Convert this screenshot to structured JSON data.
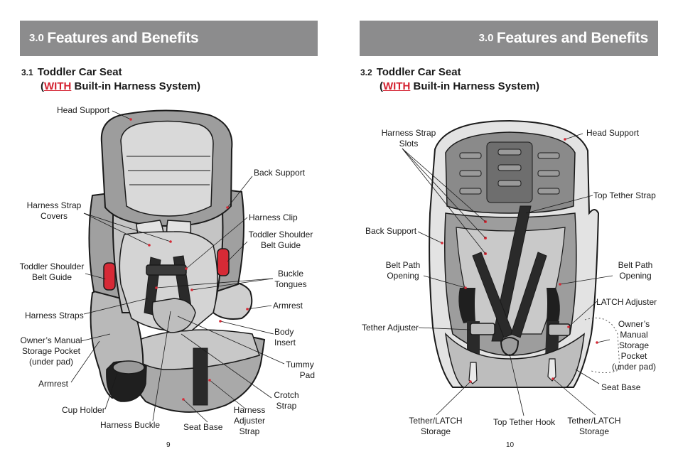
{
  "left": {
    "banner": {
      "number": "3.0",
      "title": "Features and Benefits"
    },
    "section": {
      "number": "3.1",
      "line1": "Toddler Car Seat",
      "open": "(",
      "with": "WITH",
      "rest": " Built-in Harness System)"
    },
    "labels": {
      "head_support": "Head Support",
      "back_support": "Back Support",
      "harness_strap_covers_1": "Harness Strap",
      "harness_strap_covers_2": "Covers",
      "harness_clip": "Harness Clip",
      "toddler_shoulder_belt_guide_r1": "Toddler Shoulder",
      "toddler_shoulder_belt_guide_r2": "Belt Guide",
      "toddler_shoulder_belt_guide_l1": "Toddler Shoulder",
      "toddler_shoulder_belt_guide_l2": "Belt Guide",
      "buckle_tongues_1": "Buckle",
      "buckle_tongues_2": "Tongues",
      "harness_straps": "Harness Straps",
      "armrest_right": "Armrest",
      "owners_manual_1": "Owner’s Manual",
      "owners_manual_2": "Storage Pocket",
      "owners_manual_3": "(under pad)",
      "body_insert_1": "Body",
      "body_insert_2": "Insert",
      "tummy_pad_1": "Tummy",
      "tummy_pad_2": "Pad",
      "armrest_left": "Armrest",
      "crotch_strap_1": "Crotch",
      "crotch_strap_2": "Strap",
      "cup_holder": "Cup Holder",
      "harness_adjuster_1": "Harness",
      "harness_adjuster_2": "Adjuster",
      "harness_adjuster_3": "Strap",
      "harness_buckle": "Harness Buckle",
      "seat_base": "Seat Base"
    },
    "page_number": "9"
  },
  "right": {
    "banner": {
      "number": "3.0",
      "title": "Features and Benefits"
    },
    "section": {
      "number": "3.2",
      "line1": "Toddler Car Seat",
      "open": "(",
      "with": "WITH",
      "rest": " Built-in Harness System)"
    },
    "labels": {
      "harness_strap_slots_1": "Harness Strap",
      "harness_strap_slots_2": "Slots",
      "head_support": "Head Support",
      "top_tether_strap": "Top Tether Strap",
      "back_support": "Back Support",
      "belt_path_left_1": "Belt Path",
      "belt_path_left_2": "Opening",
      "belt_path_right_1": "Belt Path",
      "belt_path_right_2": "Opening",
      "latch_adjuster": "LATCH Adjuster",
      "owners_manual_1": "Owner’s",
      "owners_manual_2": "Manual",
      "owners_manual_3": "Storage",
      "owners_manual_4": "Pocket",
      "owners_manual_5": "(under pad)",
      "tether_adjuster": "Tether Adjuster",
      "seat_base": "Seat Base",
      "tether_latch_left_1": "Tether/LATCH",
      "tether_latch_left_2": "Storage",
      "top_tether_hook": "Top Tether Hook",
      "tether_latch_right_1": "Tether/LATCH",
      "tether_latch_right_2": "Storage"
    },
    "page_number": "10"
  }
}
